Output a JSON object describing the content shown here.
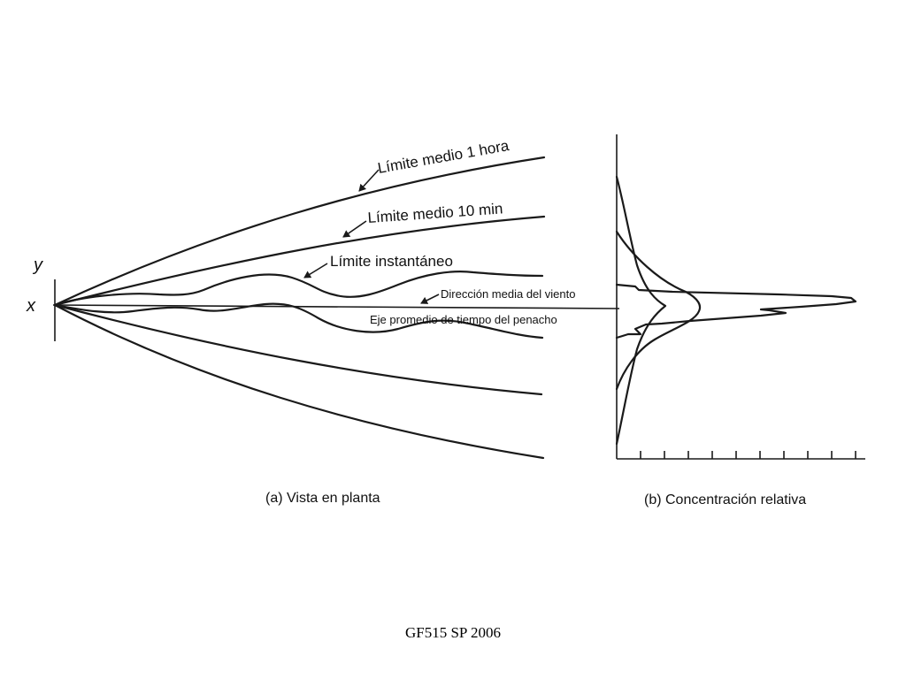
{
  "panel_a": {
    "axis_y_label": "y",
    "axis_x_label": "x",
    "label_1hora": "Límite medio 1 hora",
    "label_10min": "Límite medio 10 min",
    "label_instant": "Límite instantáneo",
    "label_direccion": "Dirección media del viento",
    "label_eje": "Eje promedio de tiempo del penacho",
    "caption": "(a) Vista en planta"
  },
  "panel_b": {
    "caption": "(b) Concentración relativa"
  },
  "footer": "GF515 SP 2006"
}
